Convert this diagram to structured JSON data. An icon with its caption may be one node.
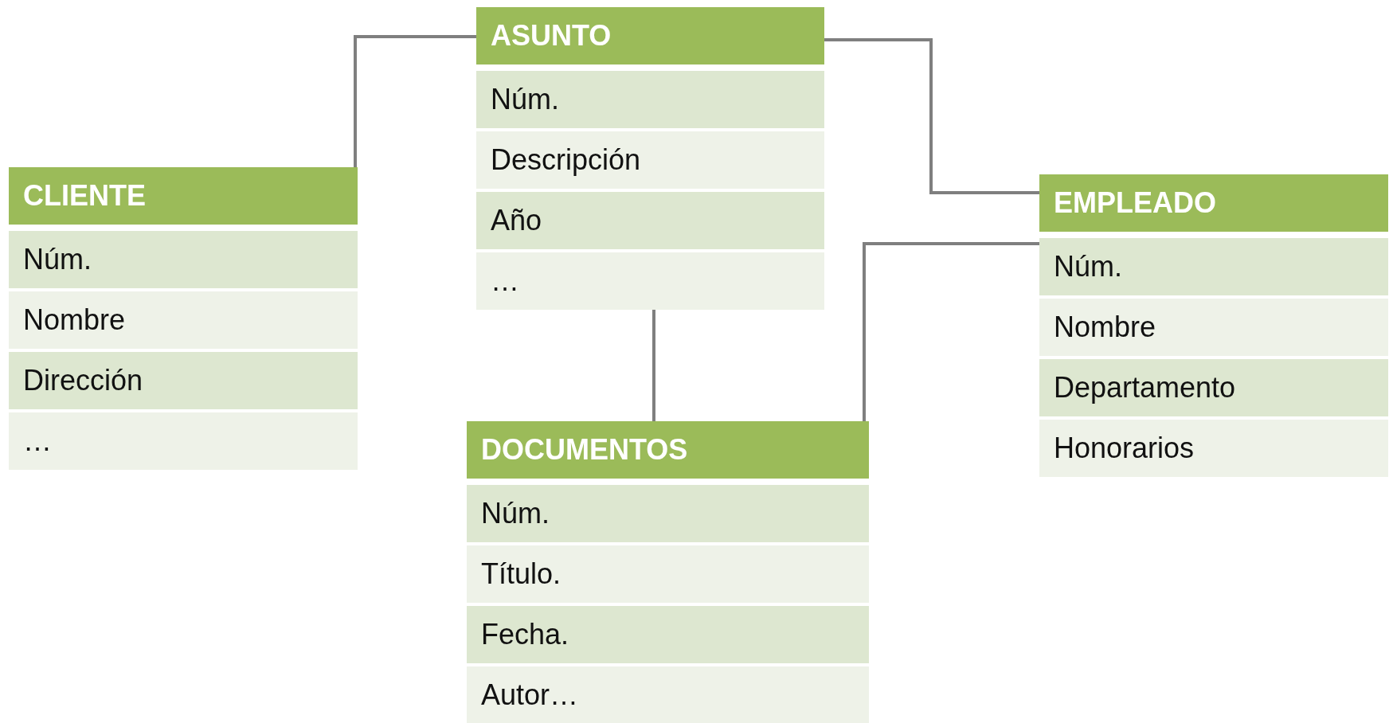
{
  "diagram": {
    "nodes": [
      {
        "text": [
          "ASUNTO",
          "Núm.",
          "Descripción",
          "Año",
          "…"
        ]
      },
      {
        "text": [
          "CLIENTE",
          "Núm.",
          "Nombre",
          "Dirección",
          "…"
        ]
      },
      {
        "text": [
          "EMPLEADO",
          "Núm.",
          "Nombre",
          "Departamento",
          "Honorarios"
        ]
      },
      {
        "text": [
          "DOCUMENTOS",
          "Núm.",
          "Título.",
          "Fecha.",
          "Autor…"
        ]
      }
    ],
    "edges": [
      {
        "from": 1,
        "to": 0,
        "arrow": "none"
      },
      {
        "from": 0,
        "to": 2,
        "arrow": "none"
      },
      {
        "from": 0,
        "to": 3,
        "arrow": "none"
      },
      {
        "from": 3,
        "to": 2,
        "arrow": "none"
      }
    ]
  }
}
